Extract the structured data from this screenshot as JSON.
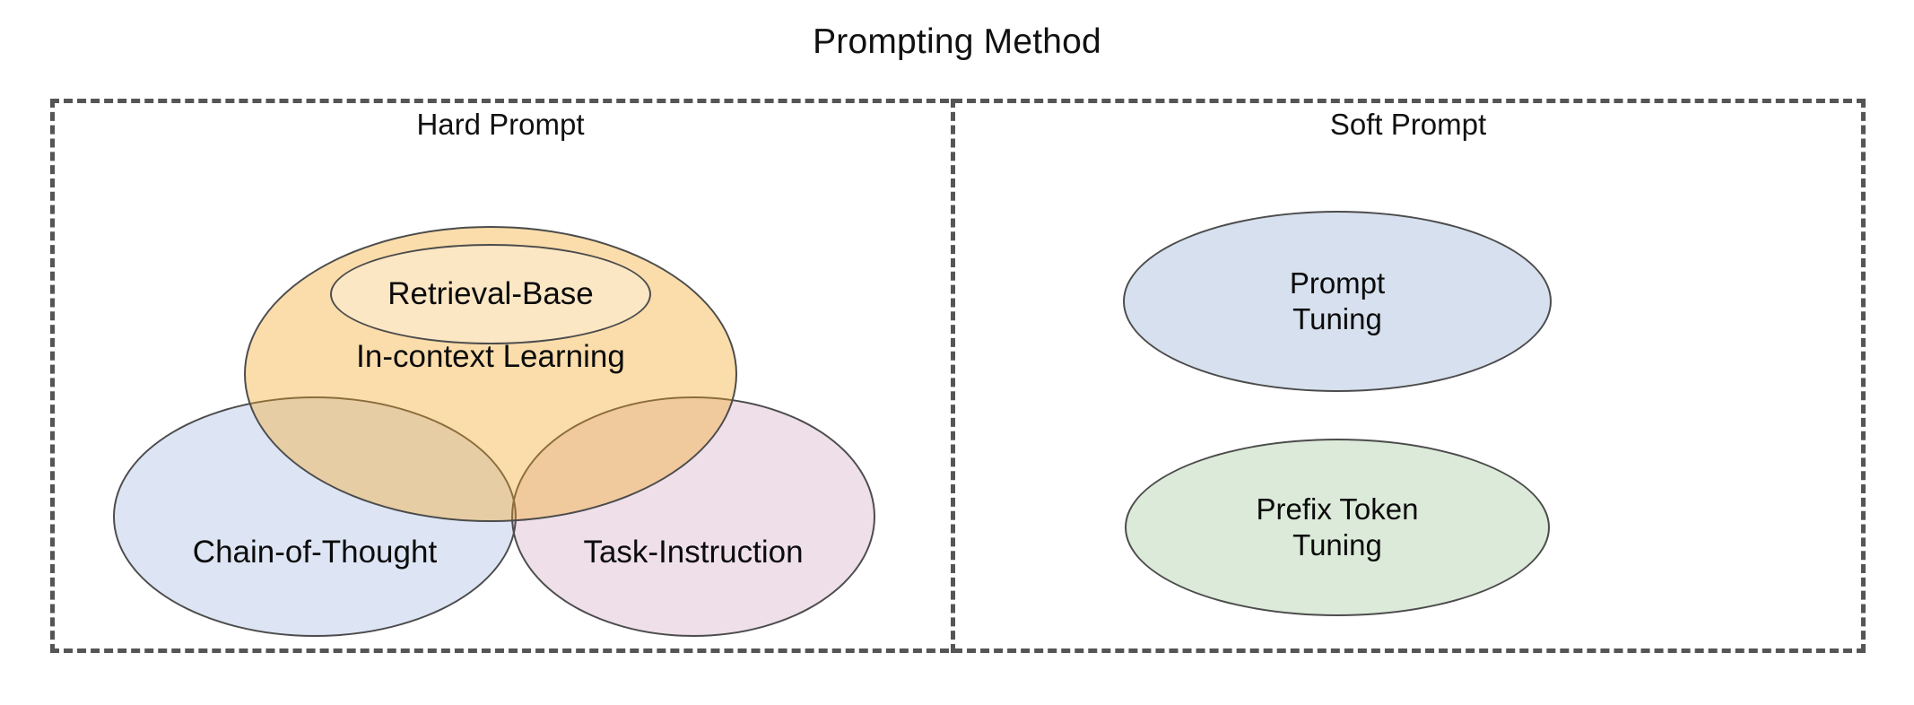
{
  "diagram": {
    "title": "Prompting Method",
    "background_color": "#ffffff",
    "border_color": "#555555",
    "stroke_color": "#4c4c4c",
    "panels": [
      {
        "id": "hard-prompt",
        "label": "Hard Prompt",
        "nodes": [
          {
            "id": "in-context-learning",
            "label": "In-context Learning",
            "shape": "ellipse",
            "fill_color": "#f5d6a6"
          },
          {
            "id": "retrieval-base",
            "label": "Retrieval-Base",
            "shape": "ellipse",
            "fill_color": "#fae3c2",
            "nested_in": "in-context-learning"
          },
          {
            "id": "chain-of-thought",
            "label": "Chain-of-Thought",
            "shape": "ellipse",
            "fill_color": "#dbe4f3"
          },
          {
            "id": "task-instruction",
            "label": "Task-Instruction",
            "shape": "ellipse",
            "fill_color": "#eadfe7"
          }
        ]
      },
      {
        "id": "soft-prompt",
        "label": "Soft Prompt",
        "nodes": [
          {
            "id": "prompt-tuning",
            "label": "Prompt\nTuning",
            "shape": "ellipse",
            "fill_color": "#d7e0ee"
          },
          {
            "id": "prefix-token-tuning",
            "label": "Prefix Token\nTuning",
            "shape": "ellipse",
            "fill_color": "#dcead9"
          }
        ]
      }
    ]
  },
  "chart_data": {
    "type": "diagram",
    "subtype": "venn-taxonomy",
    "title": "Prompting Method",
    "groups": [
      {
        "name": "Hard Prompt",
        "members": [
          "In-context Learning",
          "Retrieval-Base",
          "Chain-of-Thought",
          "Task-Instruction"
        ],
        "relations": [
          "Retrieval-Base is a subset of In-context Learning",
          "In-context Learning overlaps Chain-of-Thought",
          "In-context Learning overlaps Task-Instruction",
          "Chain-of-Thought overlaps Task-Instruction"
        ]
      },
      {
        "name": "Soft Prompt",
        "members": [
          "Prompt Tuning",
          "Prefix Token Tuning"
        ],
        "relations": []
      }
    ]
  }
}
